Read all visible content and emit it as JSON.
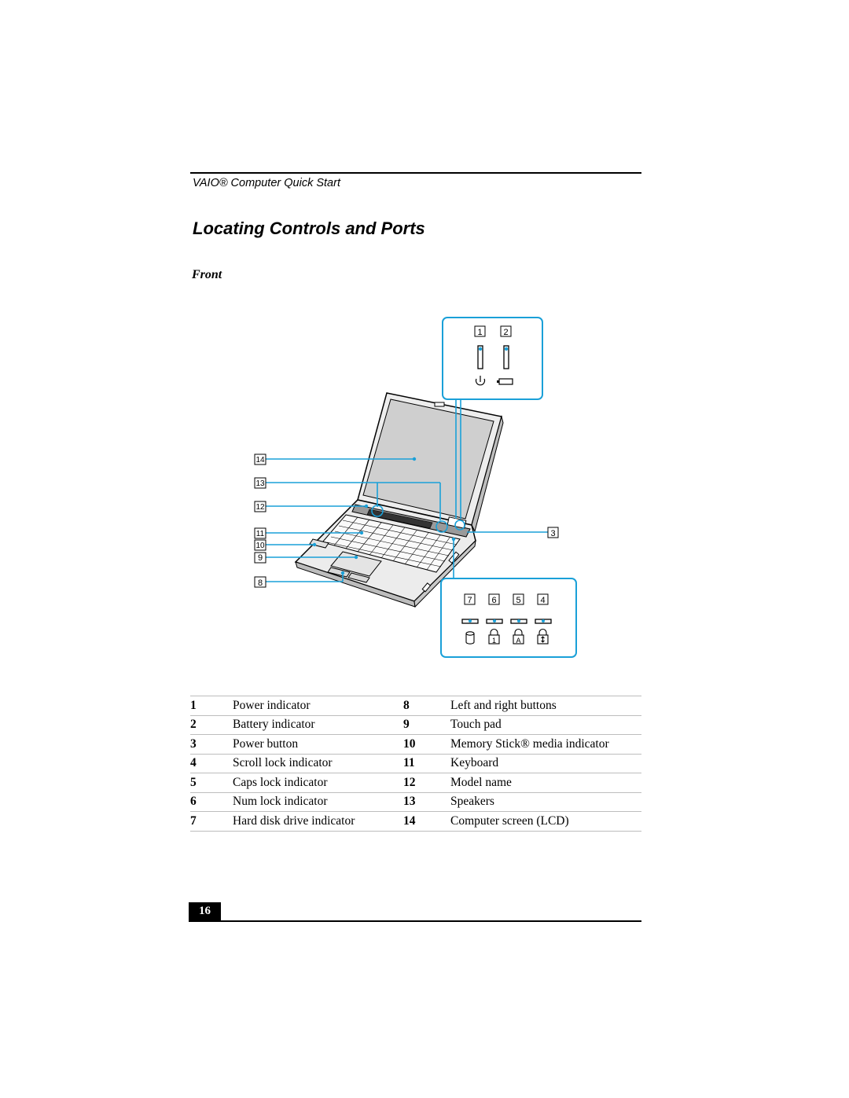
{
  "header": {
    "running_title": "VAIO® Computer Quick Start"
  },
  "page": {
    "title": "Locating Controls and Ports",
    "section": "Front",
    "number": "16"
  },
  "figure": {
    "callouts": [
      "1",
      "2",
      "3",
      "4",
      "5",
      "6",
      "7",
      "8",
      "9",
      "10",
      "11",
      "12",
      "13",
      "14"
    ],
    "accent_color": "#1aa0d8",
    "top_inset_icons": [
      "power-symbol-icon",
      "battery-icon"
    ],
    "bottom_inset_icons": [
      "hard-disk-icon",
      "num-lock-icon",
      "caps-lock-icon",
      "scroll-lock-icon"
    ]
  },
  "parts": [
    {
      "n1": "1",
      "l1": "Power indicator",
      "n2": "8",
      "l2": "Left and right buttons"
    },
    {
      "n1": "2",
      "l1": "Battery indicator",
      "n2": "9",
      "l2": "Touch pad"
    },
    {
      "n1": "3",
      "l1": "Power button",
      "n2": "10",
      "l2": "Memory Stick® media indicator"
    },
    {
      "n1": "4",
      "l1": "Scroll lock indicator",
      "n2": "11",
      "l2": "Keyboard"
    },
    {
      "n1": "5",
      "l1": "Caps lock indicator",
      "n2": "12",
      "l2": "Model name"
    },
    {
      "n1": "6",
      "l1": "Num lock indicator",
      "n2": "13",
      "l2": "Speakers"
    },
    {
      "n1": "7",
      "l1": "Hard disk drive indicator",
      "n2": "14",
      "l2": "Computer screen (LCD)"
    }
  ]
}
